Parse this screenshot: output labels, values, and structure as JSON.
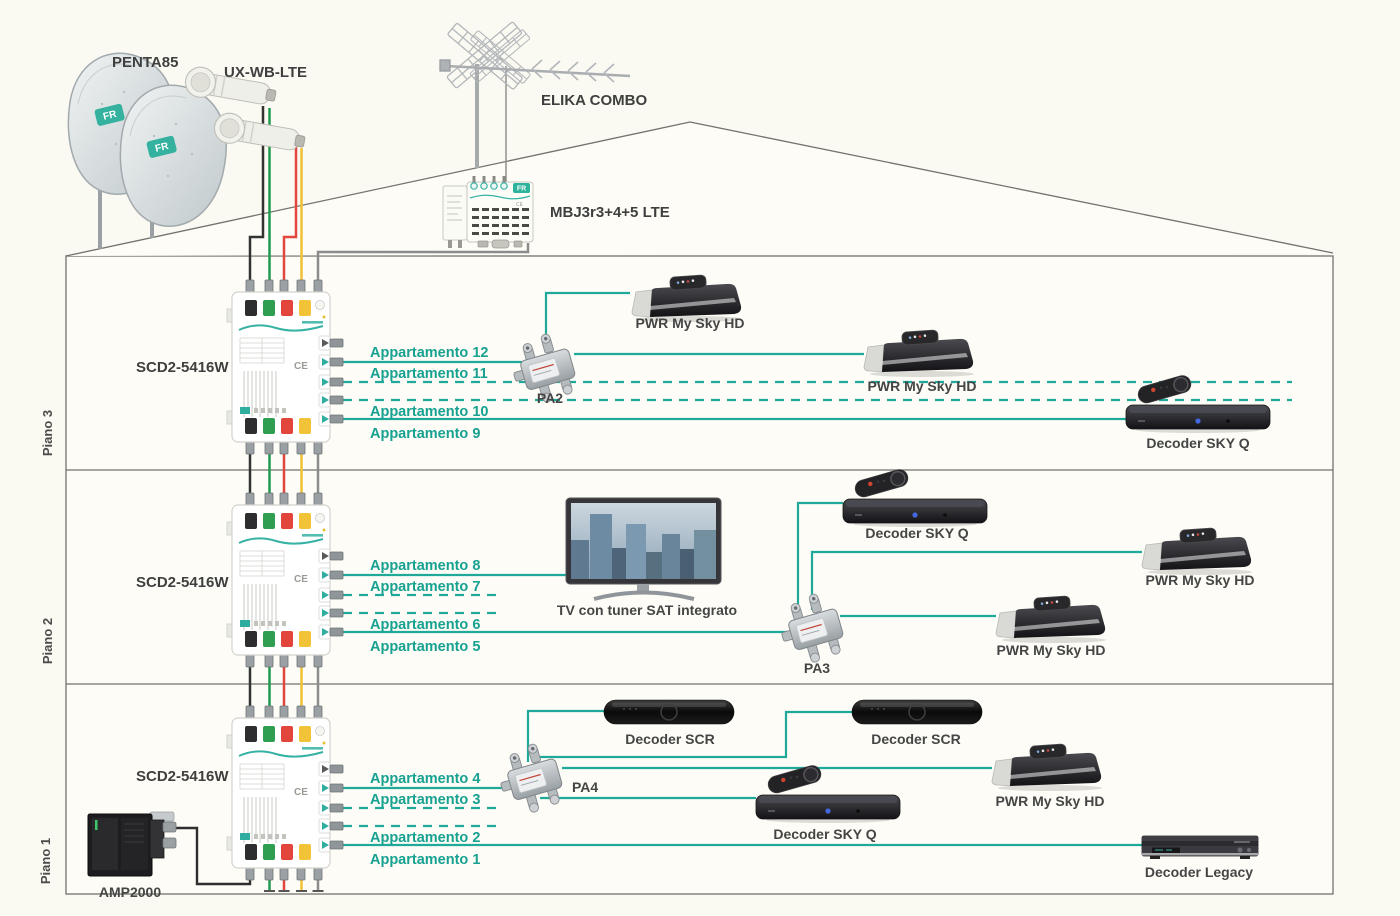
{
  "brand": {
    "logo": "FR"
  },
  "colors": {
    "teal_line": "#1FA99B",
    "label_teal": "#17A191",
    "label_dark": "#454545",
    "cable_black": "#333333",
    "cable_green": "#1F9A4E",
    "cable_red": "#E2463D",
    "cable_yellow": "#F0C135",
    "cable_gray": "#8C8C8C"
  },
  "headend": {
    "dish": "PENTA85",
    "lnb": "UX-WB-LTE",
    "antenna": "ELIKA COMBO",
    "mast_amplifier": "MBJ3r3+4+5 LTE"
  },
  "floors": [
    {
      "name": "Piano 3",
      "multiswitch": "SCD2-5416W",
      "splitter": "PA2",
      "apartments": [
        "Appartamento 12",
        "Appartamento 11",
        "Appartamento 10",
        "Appartamento 9"
      ],
      "devices": {
        "pwr1": "PWR My Sky HD",
        "pwr2": "PWR My Sky HD",
        "skyq": "Decoder SKY Q"
      }
    },
    {
      "name": "Piano 2",
      "multiswitch": "SCD2-5416W",
      "splitter": "PA3",
      "apartments": [
        "Appartamento 8",
        "Appartamento 7",
        "Appartamento 6",
        "Appartamento 5"
      ],
      "devices": {
        "tv": "TV con tuner SAT integrato",
        "skyq": "Decoder SKY Q",
        "pwr1": "PWR My Sky HD",
        "pwr2": "PWR My Sky HD"
      }
    },
    {
      "name": "Piano 1",
      "multiswitch": "SCD2-5416W",
      "splitter": "PA4",
      "amplifier": "AMP2000",
      "apartments": [
        "Appartamento 4",
        "Appartamento 3",
        "Appartamento 2",
        "Appartamento 1"
      ],
      "devices": {
        "scr1": "Decoder SCR",
        "scr2": "Decoder SCR",
        "pwr": "PWR My Sky HD",
        "skyq": "Decoder SKY Q",
        "legacy": "Decoder Legacy"
      }
    }
  ]
}
